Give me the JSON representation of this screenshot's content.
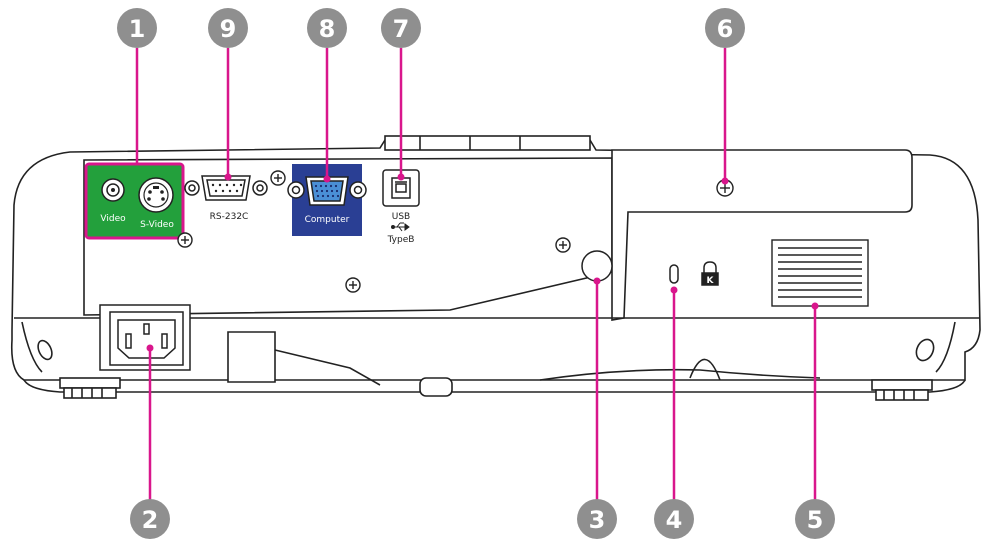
{
  "port_labels": {
    "video": "Video",
    "svideo": "S-Video",
    "rs232c": "RS-232C",
    "computer": "Computer",
    "usb": "USB",
    "usb_type": "TypeB"
  },
  "callouts": [
    {
      "number": "1",
      "target": "video-svideo-ports"
    },
    {
      "number": "2",
      "target": "power-inlet"
    },
    {
      "number": "3",
      "target": "remote-receiver"
    },
    {
      "number": "4",
      "target": "security-slot"
    },
    {
      "number": "5",
      "target": "air-exhaust-vent"
    },
    {
      "number": "6",
      "target": "lamp-cover-screw"
    },
    {
      "number": "7",
      "target": "usb-port"
    },
    {
      "number": "8",
      "target": "computer-port"
    },
    {
      "number": "9",
      "target": "rs232c-port"
    }
  ],
  "colors": {
    "callout_line": "#d9168c",
    "callout_badge": "#8f8f8f",
    "video_panel": "#23a03c",
    "computer_panel": "#2a3f94",
    "outline": "#222222"
  },
  "icons": [
    "screw-icon",
    "lock-icon",
    "usb-symbol-icon"
  ]
}
